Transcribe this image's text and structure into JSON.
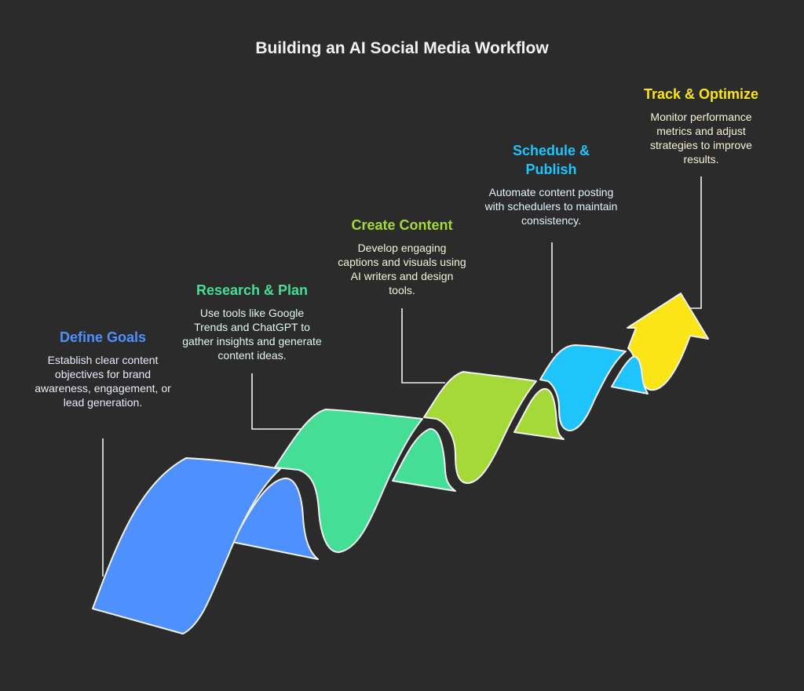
{
  "title": "Building an AI Social Media Workflow",
  "colors": {
    "background": "#2b2b2b",
    "outline": "#f2f2f2",
    "step1": "#4d90fe",
    "step2": "#45de96",
    "step3": "#a5d938",
    "step4": "#1fc4fc",
    "step5": "#fce516"
  },
  "steps": [
    {
      "title": "Define Goals",
      "description": "Establish clear content objectives for brand awareness, engagement, or lead generation.",
      "color": "#4d90fe",
      "desc_color": "#e6ecf7",
      "shape": "ribbon-segment"
    },
    {
      "title": "Research & Plan",
      "description": "Use tools like Google Trends and ChatGPT to gather insights and generate content ideas.",
      "color": "#45de96",
      "desc_color": "#e3f5ec",
      "shape": "ribbon-segment"
    },
    {
      "title": "Create Content",
      "description": "Develop engaging captions and visuals using AI writers and design tools.",
      "color": "#a5d938",
      "desc_color": "#eef5dc",
      "shape": "ribbon-segment"
    },
    {
      "title": "Schedule & Publish",
      "description": "Automate content posting with schedulers to maintain consistency.",
      "color": "#1fc4fc",
      "desc_color": "#e1f2fa",
      "shape": "ribbon-segment"
    },
    {
      "title": "Track & Optimize",
      "description": "Monitor performance metrics and adjust strategies to improve results.",
      "color": "#fce516",
      "desc_color": "#f7f3d9",
      "shape": "arrow-head"
    }
  ]
}
